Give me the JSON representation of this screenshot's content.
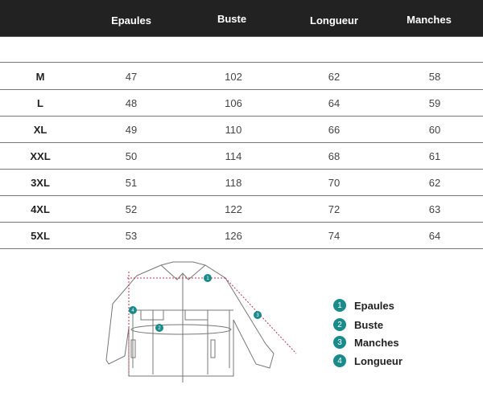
{
  "table": {
    "headers": [
      "",
      "Epaules",
      "Buste",
      "Longueur",
      "Manches"
    ],
    "rows": [
      [
        "M",
        "47",
        "102",
        "62",
        "58"
      ],
      [
        "L",
        "48",
        "106",
        "64",
        "59"
      ],
      [
        "XL",
        "49",
        "110",
        "66",
        "60"
      ],
      [
        "XXL",
        "50",
        "114",
        "68",
        "61"
      ],
      [
        "3XL",
        "51",
        "118",
        "70",
        "62"
      ],
      [
        "4XL",
        "52",
        "122",
        "72",
        "63"
      ],
      [
        "5XL",
        "53",
        "126",
        "74",
        "64"
      ]
    ]
  },
  "legend": [
    {
      "num": "1",
      "label": "Epaules"
    },
    {
      "num": "2",
      "label": "Buste"
    },
    {
      "num": "3",
      "label": "Manches"
    },
    {
      "num": "4",
      "label": "Longueur"
    }
  ],
  "diagram_markers": [
    "1",
    "2",
    "3",
    "4"
  ],
  "colors": {
    "header_bg": "#222222",
    "marker": "#1b8a8a",
    "measure": "#c0304a"
  }
}
